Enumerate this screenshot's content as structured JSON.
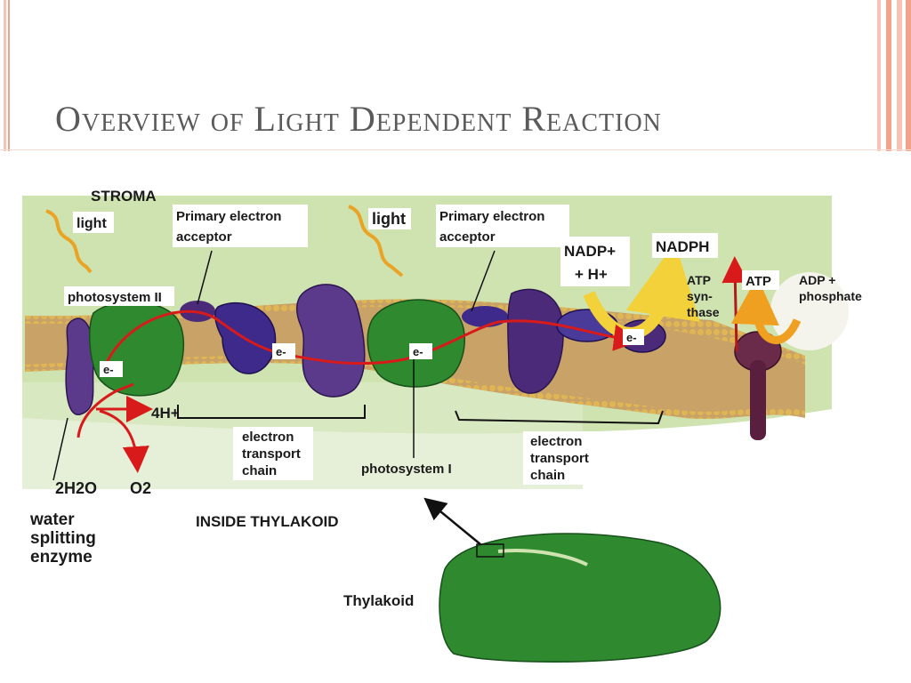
{
  "slide": {
    "title": "Overview of Light Dependent Reaction"
  },
  "diagram": {
    "stroma": "STROMA",
    "inside_thylakoid": "INSIDE THYLAKOID",
    "light_1": "light",
    "light_2": "light",
    "primary_acceptor_1": [
      "Primary electron",
      "acceptor"
    ],
    "primary_acceptor_2": [
      "Primary electron",
      "acceptor"
    ],
    "photosystem_2": "photosystem II",
    "photosystem_1": "photosystem I",
    "electron": "e-",
    "h_plus": "4H+",
    "etc_1": [
      "electron",
      "transport",
      "chain"
    ],
    "etc_2": [
      "electron",
      "transport",
      "chain"
    ],
    "water": "2H2O",
    "oxygen": "O2",
    "water_enzyme": [
      "water",
      "splitting",
      "enzyme"
    ],
    "nadp_plus": [
      "NADP+",
      "+ H+"
    ],
    "nadph": "NADPH",
    "atp_synthase": [
      "ATP",
      "syn-",
      "thase"
    ],
    "atp": "ATP",
    "adp": [
      "ADP +",
      "phosphate"
    ],
    "thylakoid": "Thylakoid"
  },
  "colors": {
    "title": "#5a5a5a",
    "accent_stripe": "#f2a38b",
    "photosystem_green": "#2f8a2f",
    "protein_purple": "#4b2a7a",
    "arrow_red": "#d81a1a",
    "arrow_yellow": "#f2d13a",
    "stroma_green": "#cfe3b0"
  }
}
